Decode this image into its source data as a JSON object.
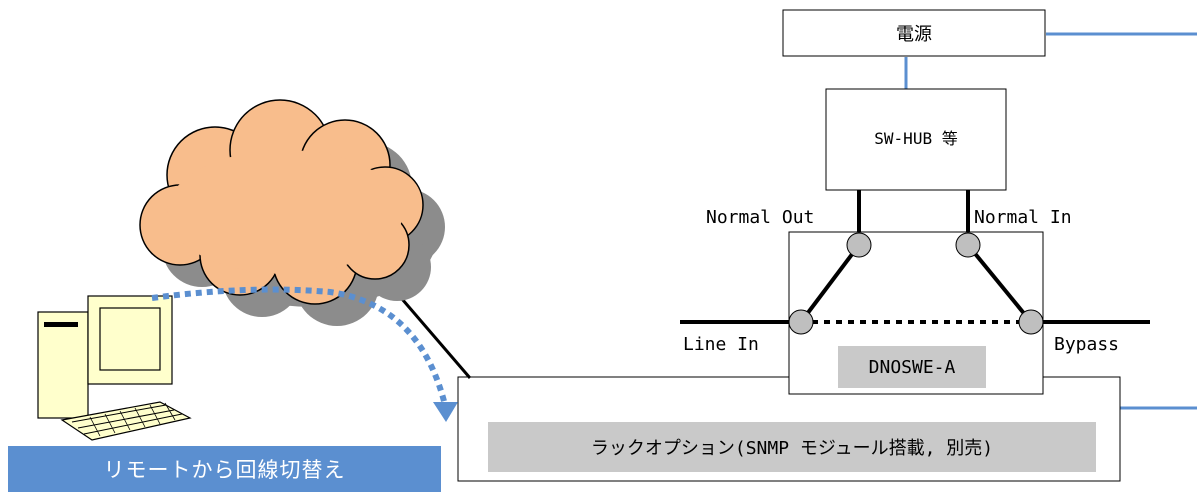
{
  "labels": {
    "power": "電源",
    "sw_hub": "SW-HUB 等",
    "normal_out": "Normal Out",
    "normal_in": "Normal In",
    "line_in": "Line In",
    "bypass": "Bypass",
    "device": "DNOSWE-A",
    "rack_option": "ラックオプション(SNMP モジュール搭載, 別売)",
    "remote_switch": "リモートから回線切替え"
  },
  "colors": {
    "cloud_fill": "#f8bd8c",
    "cloud_shadow": "#8c8c8c",
    "link_blue": "#5b8fd0",
    "banner_bg": "#5b8fd0",
    "label_gray": "#c9c9c9",
    "pc_body": "#ffffcc"
  },
  "icons": [
    "cloud-icon",
    "computer-icon",
    "port-icon"
  ]
}
